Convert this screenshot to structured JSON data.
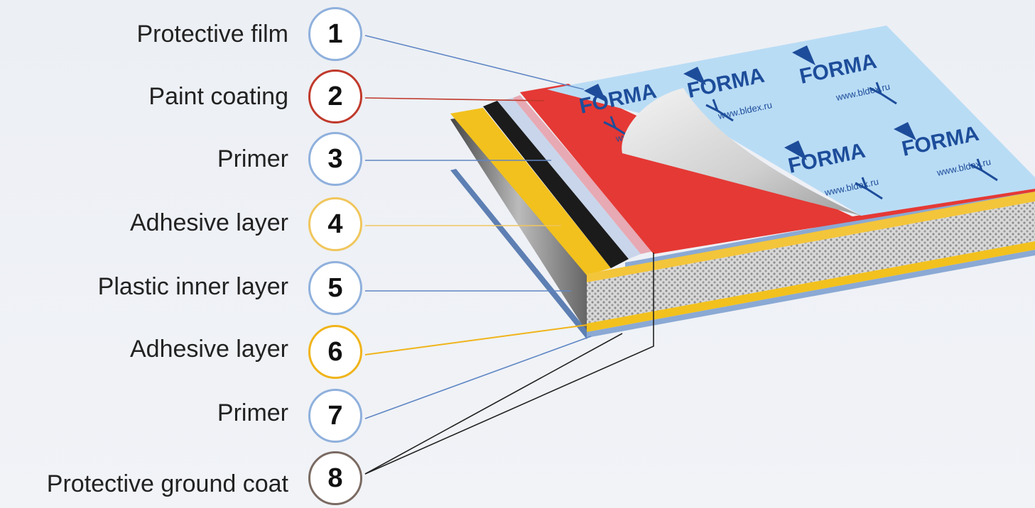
{
  "layers": [
    {
      "number": "1",
      "label": "Protective film",
      "color": "#7fa6d8"
    },
    {
      "number": "2",
      "label": "Paint coating",
      "color": "#c0392b"
    },
    {
      "number": "3",
      "label": "Primer",
      "color": "#7fa6d8"
    },
    {
      "number": "4",
      "label": "Adhesive layer",
      "color": "#f0c65c"
    },
    {
      "number": "5",
      "label": "Plastic inner layer",
      "color": "#7fa6d8"
    },
    {
      "number": "6",
      "label": "Adhesive layer",
      "color": "#f0b41a"
    },
    {
      "number": "7",
      "label": "Primer",
      "color": "#7fa6d8"
    },
    {
      "number": "8",
      "label": "Protective ground coat",
      "color": "#7a6a62"
    }
  ],
  "film_print": {
    "brand": "FORMA",
    "site": "www.bldex.ru"
  }
}
